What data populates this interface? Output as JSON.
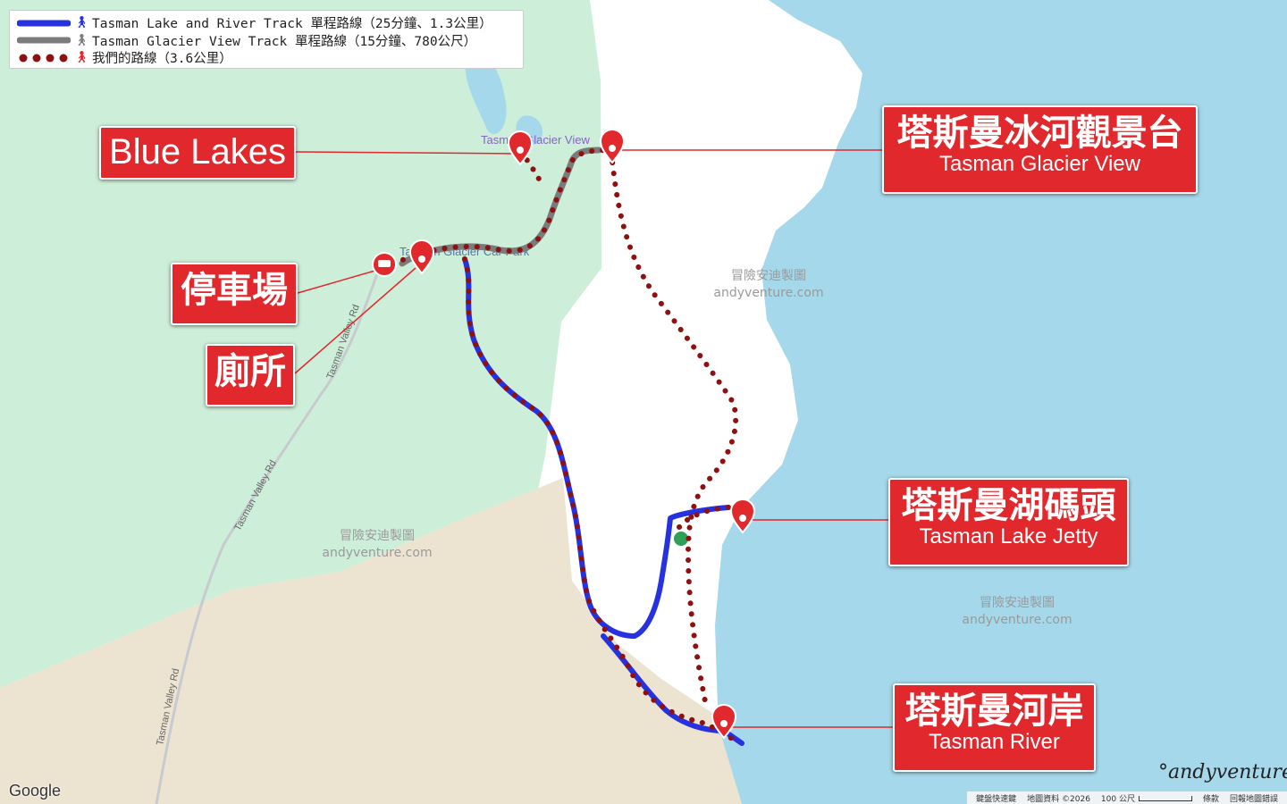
{
  "legend": {
    "items": [
      {
        "label": "Tasman Lake and River Track 單程路線（25分鐘、1.3公里）",
        "color": "#2631e0",
        "style": "solid",
        "icon": "hiker-icon"
      },
      {
        "label": "Tasman Glacier View Track 單程路線（15分鐘、780公尺）",
        "color": "#7b7b7b",
        "style": "solid",
        "icon": "hiker-icon"
      },
      {
        "label": "我們的路線（3.6公里）",
        "color": "#8e1111",
        "style": "dotted",
        "icon": "hiker-icon"
      }
    ]
  },
  "callouts": {
    "blue_lakes": {
      "zh": "Blue Lakes"
    },
    "parking": {
      "zh": "停車場"
    },
    "toilet": {
      "zh": "廁所"
    },
    "glacier_view": {
      "zh": "塔斯曼冰河觀景台",
      "en": "Tasman Glacier View"
    },
    "lake_jetty": {
      "zh": "塔斯曼湖碼頭",
      "en": "Tasman Lake Jetty"
    },
    "river": {
      "zh": "塔斯曼河岸",
      "en": "Tasman River"
    }
  },
  "map_labels": {
    "glacier_view_poi": "Tasman Glacier View",
    "car_park_poi": "Tasman Glacier Car Park",
    "road_1": "Tasman Valley Rd",
    "road_2": "Tasman Valley Rd",
    "road_3": "Tasman Valley Rd"
  },
  "watermarks": [
    {
      "line1": "冒險安迪製圖",
      "line2": "andyventure.com"
    },
    {
      "line1": "冒險安迪製圖",
      "line2": "andyventure.com"
    },
    {
      "line1": "冒險安迪製圖",
      "line2": "andyventure.com"
    }
  ],
  "footer": {
    "google": "Google",
    "signature": "°andyventure",
    "shortcuts": "鍵盤快速鍵",
    "map_data": "地圖資料 ©2026",
    "scale": "100 公尺",
    "terms": "條款",
    "report": "回報地圖錯誤"
  },
  "colors": {
    "water": "#a5d8ea",
    "forest": "#cdeed8",
    "sand": "#ede3d1",
    "glacier": "#ffffff",
    "callout_red": "#e0282d",
    "route_blue": "#2631e0",
    "route_gray": "#7b7b7b",
    "route_dotted": "#8e1111"
  }
}
